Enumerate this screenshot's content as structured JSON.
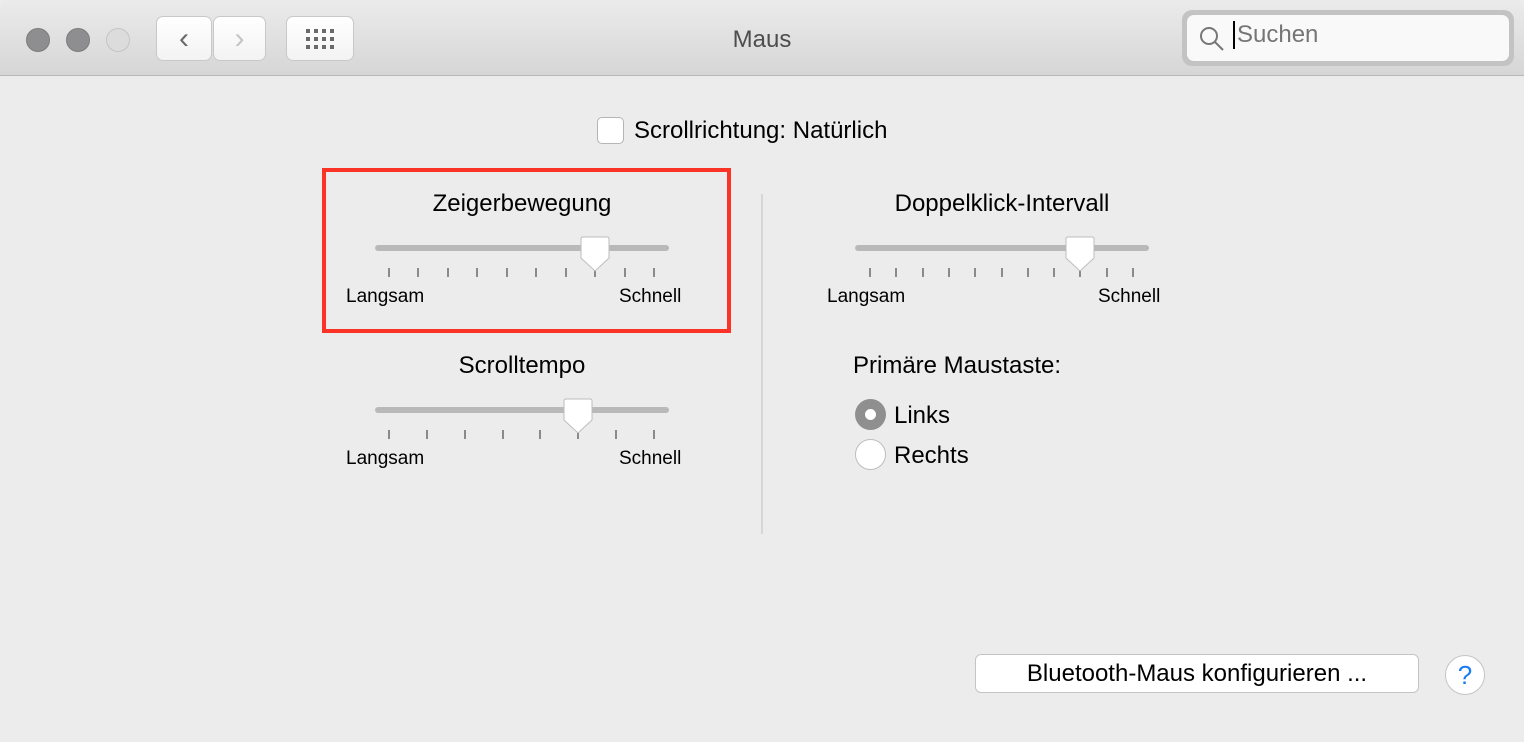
{
  "window": {
    "title": "Maus"
  },
  "search": {
    "placeholder": "Suchen",
    "icon": "search-icon"
  },
  "scroll_direction": {
    "label": "Scrollrichtung: Natürlich",
    "checked": false
  },
  "sliders": {
    "pointer": {
      "title": "Zeigerbewegung",
      "min_label": "Langsam",
      "max_label": "Schnell",
      "ticks": 10,
      "value_index": 7,
      "highlighted": true
    },
    "scroll": {
      "title": "Scrolltempo",
      "min_label": "Langsam",
      "max_label": "Schnell",
      "ticks": 8,
      "value_index": 5
    },
    "doubleclick": {
      "title": "Doppelklick-Intervall",
      "min_label": "Langsam",
      "max_label": "Schnell",
      "ticks": 11,
      "value_index": 8
    }
  },
  "primary_button": {
    "label": "Primäre Maustaste:",
    "options": [
      {
        "label": "Links",
        "selected": true
      },
      {
        "label": "Rechts",
        "selected": false
      }
    ]
  },
  "bluetooth_button": {
    "label": "Bluetooth-Maus konfigurieren ..."
  },
  "help": {
    "label": "?"
  },
  "colors": {
    "highlight": "#fb3326",
    "help_accent": "#1a7cf5"
  }
}
